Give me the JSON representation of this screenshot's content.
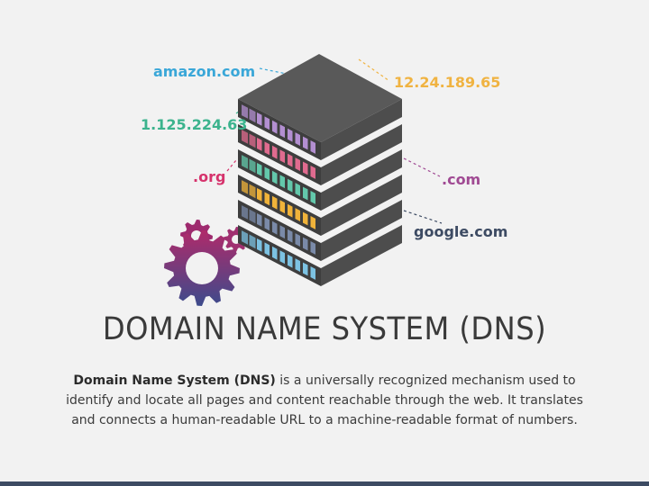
{
  "labels": {
    "amazon": "amazon.com",
    "ip1": "12.24.189.65",
    "ip2": "1.125.224.63",
    "org": ".org",
    "com": ".com",
    "google": "google.com"
  },
  "title": "DOMAIN NAME SYSTEM (DNS)",
  "description": {
    "bold": "Domain Name System (DNS)",
    "rest": " is a universally recognized mechanism used to identify and locate all pages and content reachable through the web. It translates and connects a human-readable URL to a machine-readable format of numbers."
  },
  "colors": {
    "amazon": "#3aa7d8",
    "ip1": "#f0b341",
    "ip2": "#3bb38d",
    "org": "#d6336c",
    "com": "#a04a93",
    "google": "#3d4b63",
    "footer": "#3d4b63",
    "rack_panels": [
      "#b38fd1",
      "#e06b8f",
      "#63c8ab",
      "#f0b33a",
      "#7a8aa8",
      "#7cc2e2"
    ],
    "gears": [
      "#9e2a6e",
      "#5a4b8c"
    ]
  },
  "icons": [
    "server-rack-icon",
    "gear-icon"
  ]
}
